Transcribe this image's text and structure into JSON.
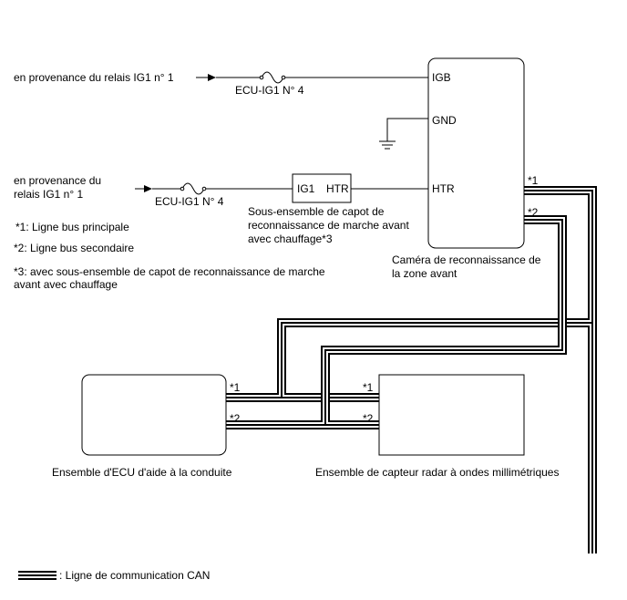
{
  "sources": {
    "igb_source": "en provenance du relais IG1 n° 1",
    "htr_source_line1": "en provenance du",
    "htr_source_line2": "relais IG1 n° 1"
  },
  "fuses": {
    "fuse_top": "ECU-IG1 N° 4",
    "fuse_bottom": "ECU-IG1 N° 4"
  },
  "hood": {
    "pin_ig1": "IG1",
    "pin_htr": "HTR",
    "label_line1": "Sous-ensemble de capot de",
    "label_line2": "reconnaissance de marche avant",
    "label_line3": "avec chauffage*3"
  },
  "camera": {
    "pin_igb": "IGB",
    "pin_gnd": "GND",
    "pin_htr": "HTR",
    "mark1": "*1",
    "mark2": "*2",
    "label_line1": "Caméra de reconnaissance de",
    "label_line2": "la zone avant"
  },
  "notes": {
    "note1": "*1: Ligne bus principale",
    "note2": "*2: Ligne bus secondaire",
    "note3_line1": "*3: avec sous-ensemble de capot de reconnaissance de marche",
    "note3_line2": "avant avec chauffage"
  },
  "ecu": {
    "mark1": "*1",
    "mark2": "*2",
    "label": "Ensemble d'ECU d'aide à la conduite"
  },
  "radar": {
    "mark1": "*1",
    "mark2": "*2",
    "label": "Ensemble de capteur radar à ondes millimétriques"
  },
  "legend": {
    "can_label": ": Ligne de communication CAN"
  }
}
